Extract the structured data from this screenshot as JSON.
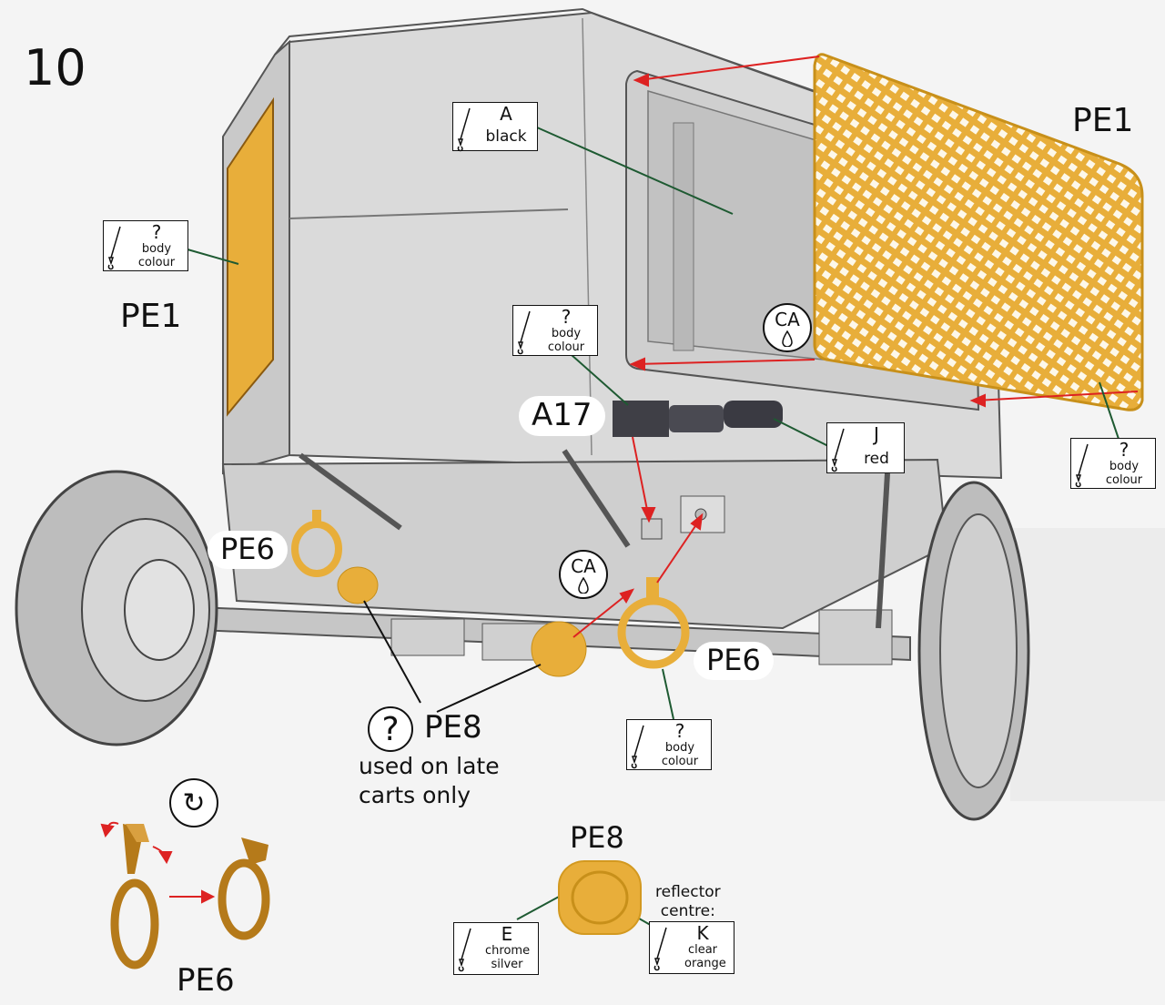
{
  "step_number": "10",
  "part_labels": {
    "pe1_right": "PE1",
    "pe1_left": "PE1",
    "a17": "A17",
    "pe6_left": "PE6",
    "pe6_right": "PE6",
    "pe8_center": "PE8",
    "pe8_bottom": "PE8",
    "pe6_bottom": "PE6"
  },
  "paint_callouts": {
    "a_black": {
      "code": "A",
      "name": "black"
    },
    "body_left": {
      "code": "?",
      "name": "body colour"
    },
    "body_mid": {
      "code": "?",
      "name": "body colour"
    },
    "j_red": {
      "code": "J",
      "name": "red"
    },
    "body_right": {
      "code": "?",
      "name": "body colour"
    },
    "body_bottom": {
      "code": "?",
      "name": "body colour"
    },
    "e_chrome": {
      "code": "E",
      "name": "chrome silver"
    },
    "k_orange": {
      "code": "K",
      "name": "clear orange"
    }
  },
  "glue_markers": {
    "upper": "CA",
    "lower": "CA"
  },
  "question_mark": "?",
  "notes": {
    "pe8_note_line1": "used on late",
    "pe8_note_line2": "carts only",
    "reflector_line1": "reflector",
    "reflector_line2": "centre:"
  },
  "colors": {
    "photo_etch": "#e8ae3a",
    "photo_etch_dark": "#b57a1a",
    "body_grey": "#d4d4d4",
    "arrow_red": "#d22",
    "leader_green": "#1e5a32"
  }
}
